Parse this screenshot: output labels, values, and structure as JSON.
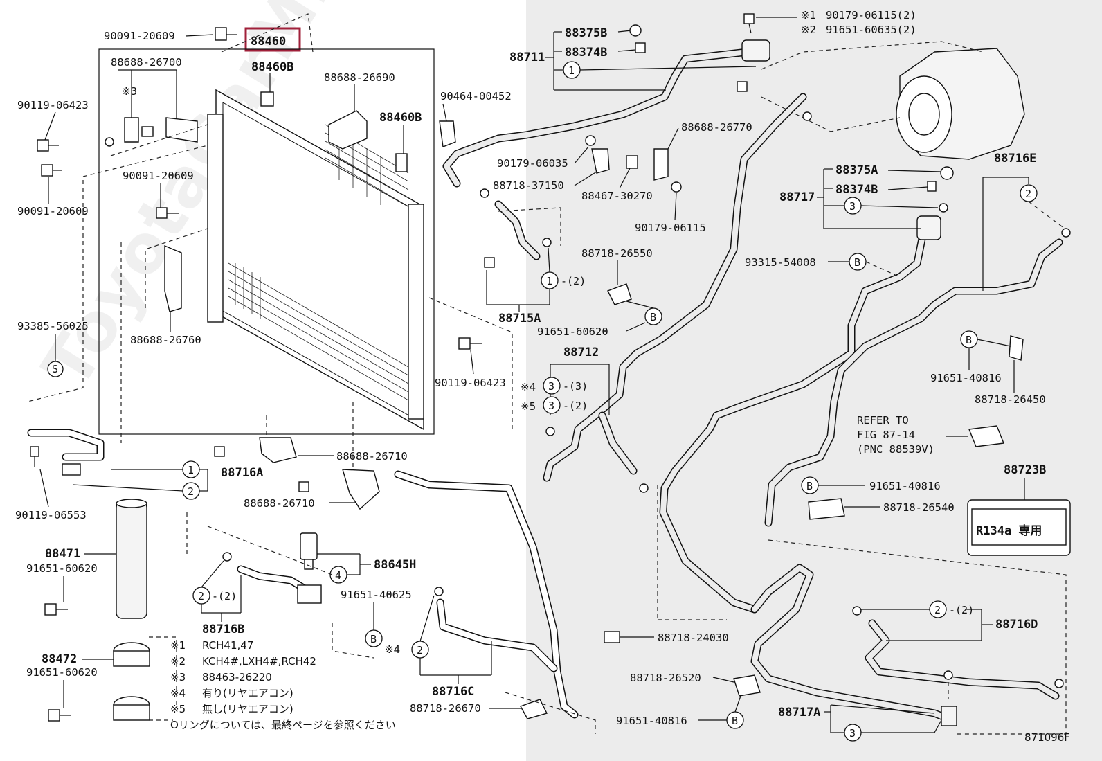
{
  "diagram": {
    "main_part": "88460",
    "figure_id": "871096F",
    "watermark": "ToyotaCarMirror.ru",
    "labels": {
      "p90091_20609_top": "90091-20609",
      "p88460B_top": "88460B",
      "p88688_26700": "88688-26700",
      "p88688_26690": "88688-26690",
      "p88460B_right": "88460B",
      "p90119_06423_left": "90119-06423",
      "p90091_20609_left": "90091-20609",
      "p90091_20609_mid": "90091-20609",
      "p88688_26760": "88688-26760",
      "p93385_56025": "93385-56025",
      "p90119_06553": "90119-06553",
      "p88716A": "88716A",
      "p88688_26710a": "88688-26710",
      "p88688_26710b": "88688-26710",
      "p88471": "88471",
      "p91651_60620a": "91651-60620",
      "p88472": "88472",
      "p91651_60620b": "91651-60620",
      "p88645H": "88645H",
      "p91651_40625": "91651-40625",
      "p88716B": "88716B",
      "p88716C": "88716C",
      "p88718_26670": "88718-26670",
      "p88375B": "88375B",
      "p88374B": "88374B",
      "p88711": "88711",
      "p90464_00452": "90464-00452",
      "p90179_06035": "90179-06035",
      "p88718_37150": "88718-37150",
      "p88688_26770": "88688-26770",
      "p88467_30270": "88467-30270",
      "p90179_06115": "90179-06115",
      "p88715A": "88715A",
      "p88718_26550": "88718-26550",
      "p91651_60620c": "91651-60620",
      "p90119_06423_mid": "90119-06423",
      "p88712": "88712",
      "note1_part": "90179-06115(2)",
      "note2_part": "91651-60635(2)",
      "p88375A": "88375A",
      "p88374B_b": "88374B",
      "p88717": "88717",
      "p88716E": "88716E",
      "p93315_54008": "93315-54008",
      "p91651_40816a": "91651-40816",
      "p88718_26450": "88718-26450",
      "refer1": "REFER TO",
      "refer2": "FIG 87-14",
      "refer3": "(PNC 88539V)",
      "p88723B": "88723B",
      "p91651_40816b": "91651-40816",
      "p88718_26540": "88718-26540",
      "p88716D": "88716D",
      "p88718_24030": "88718-24030",
      "p88718_26520": "88718-26520",
      "p91651_40816c": "91651-40816",
      "p88717A": "88717A",
      "label_plate_text": "R134a 専用"
    },
    "footnotes": [
      {
        "mark": "※1",
        "text": "RCH41,47"
      },
      {
        "mark": "※2",
        "text": "KCH4#,LXH4#,RCH42"
      },
      {
        "mark": "※3",
        "text": "88463-26220"
      },
      {
        "mark": "※4",
        "text": "有り(リヤエアコン)"
      },
      {
        "mark": "※5",
        "text": "無し(リヤエアコン)"
      },
      {
        "mark": "",
        "text": "Oリングについては、最終ページを参照ください"
      }
    ],
    "callouts": {
      "c1": "1",
      "c2": "2",
      "c3": "3",
      "c4": "4",
      "cS": "S",
      "cB": "B",
      "q2": "-(2)",
      "q3": "-(3)",
      "x1": "※1",
      "x2": "※2",
      "x3": "※3",
      "x4": "※4",
      "x5": "※5"
    }
  }
}
